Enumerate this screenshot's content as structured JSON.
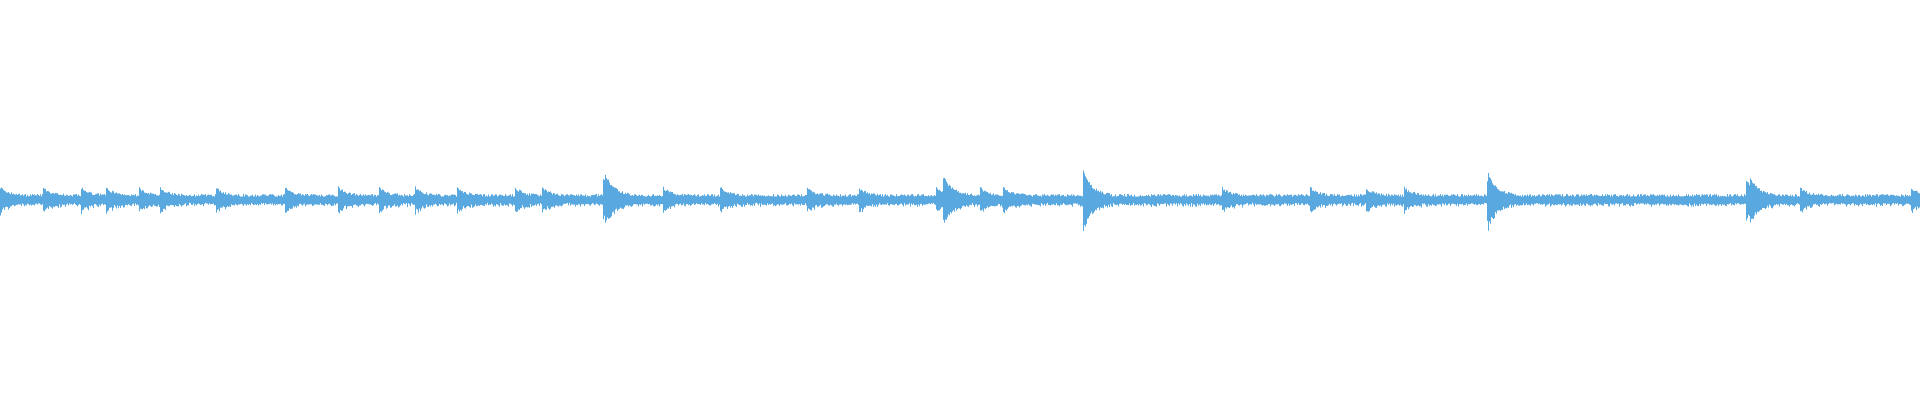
{
  "waveform": {
    "color": "#5aa8e0",
    "background": "#ffffff",
    "baseline_amplitude": 0.03,
    "transient_amplitude": 0.08,
    "transients": [
      0.0,
      0.022,
      0.042,
      0.055,
      0.072,
      0.083,
      0.112,
      0.148,
      0.176,
      0.197,
      0.216,
      0.238,
      0.268,
      0.282,
      0.315,
      0.345,
      0.375,
      0.42,
      0.447,
      0.487,
      0.51,
      0.522,
      0.564,
      0.636,
      0.682,
      0.711,
      0.731,
      0.775,
      0.911,
      0.937,
      0.995
    ],
    "large_transients": [
      0.314,
      0.491,
      0.564,
      0.774,
      0.909
    ]
  }
}
